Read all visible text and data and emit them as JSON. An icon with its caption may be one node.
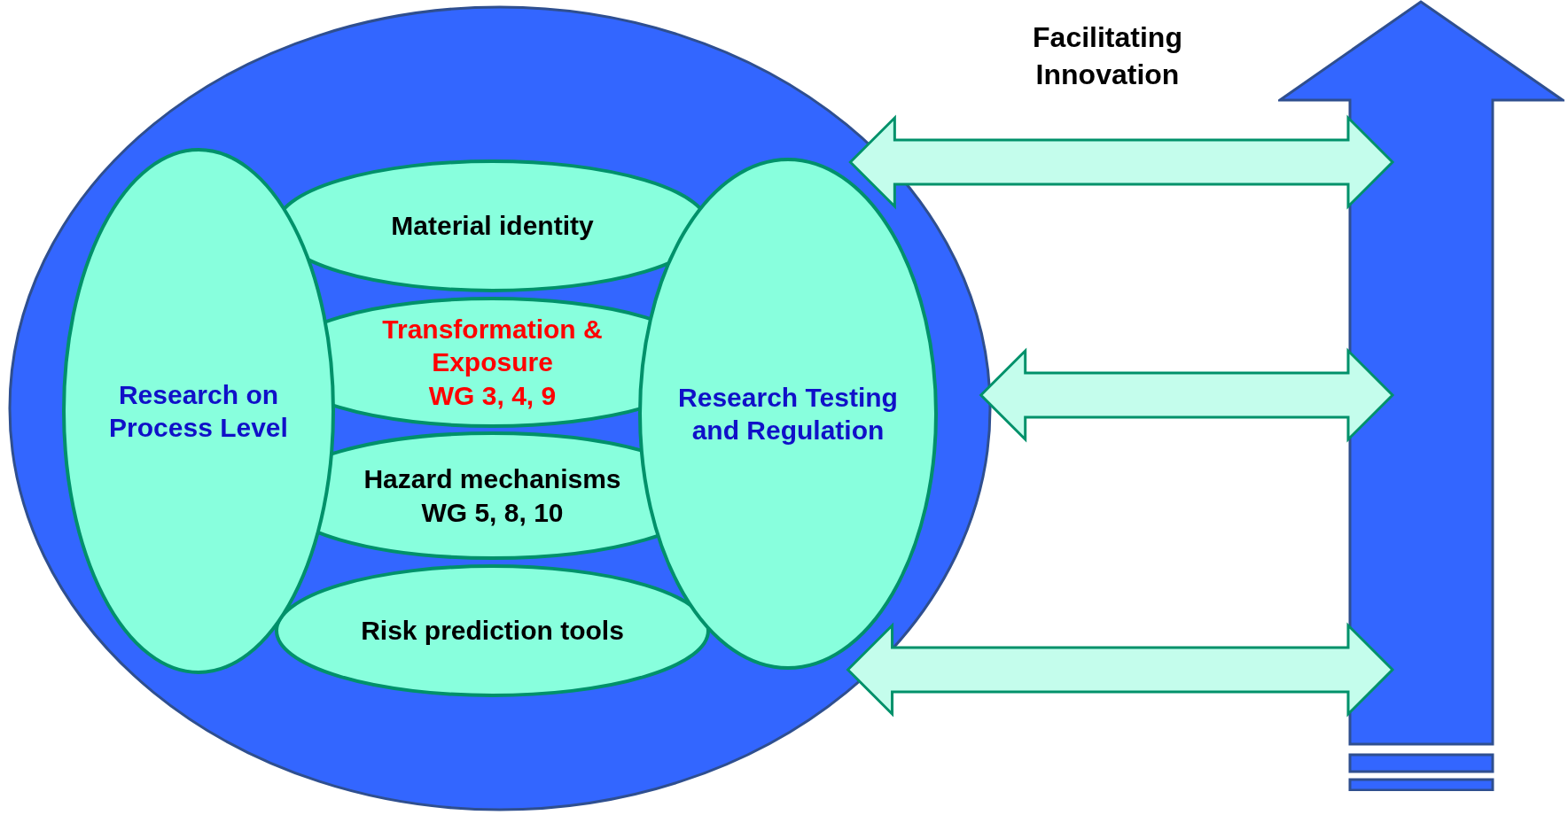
{
  "diagram": {
    "nodes": [
      {
        "text": [],
        "shape": "ellipse"
      },
      {
        "text": [
          "Research on Process Level"
        ],
        "in": 0
      },
      {
        "text": [
          "Material identity"
        ],
        "in": 0
      },
      {
        "text": [
          "Transformation & Exposure",
          "WG 3, 4, 9"
        ],
        "in": 0
      },
      {
        "text": [
          "Hazard mechanisms",
          "WG 5, 8, 10"
        ],
        "in": 0
      },
      {
        "text": [
          "Risk prediction tools"
        ],
        "in": 0
      },
      {
        "text": [
          "Research Testing and Regulation"
        ],
        "in": 0
      },
      {
        "text": [],
        "shape": "arrow",
        "beside": [
          "Facilitating Innovation"
        ]
      }
    ],
    "edges": [
      {
        "from": 0,
        "to": 7,
        "arrow": "both"
      },
      {
        "from": 0,
        "to": 7,
        "arrow": "both"
      },
      {
        "from": 0,
        "to": 7,
        "arrow": "both"
      }
    ]
  }
}
